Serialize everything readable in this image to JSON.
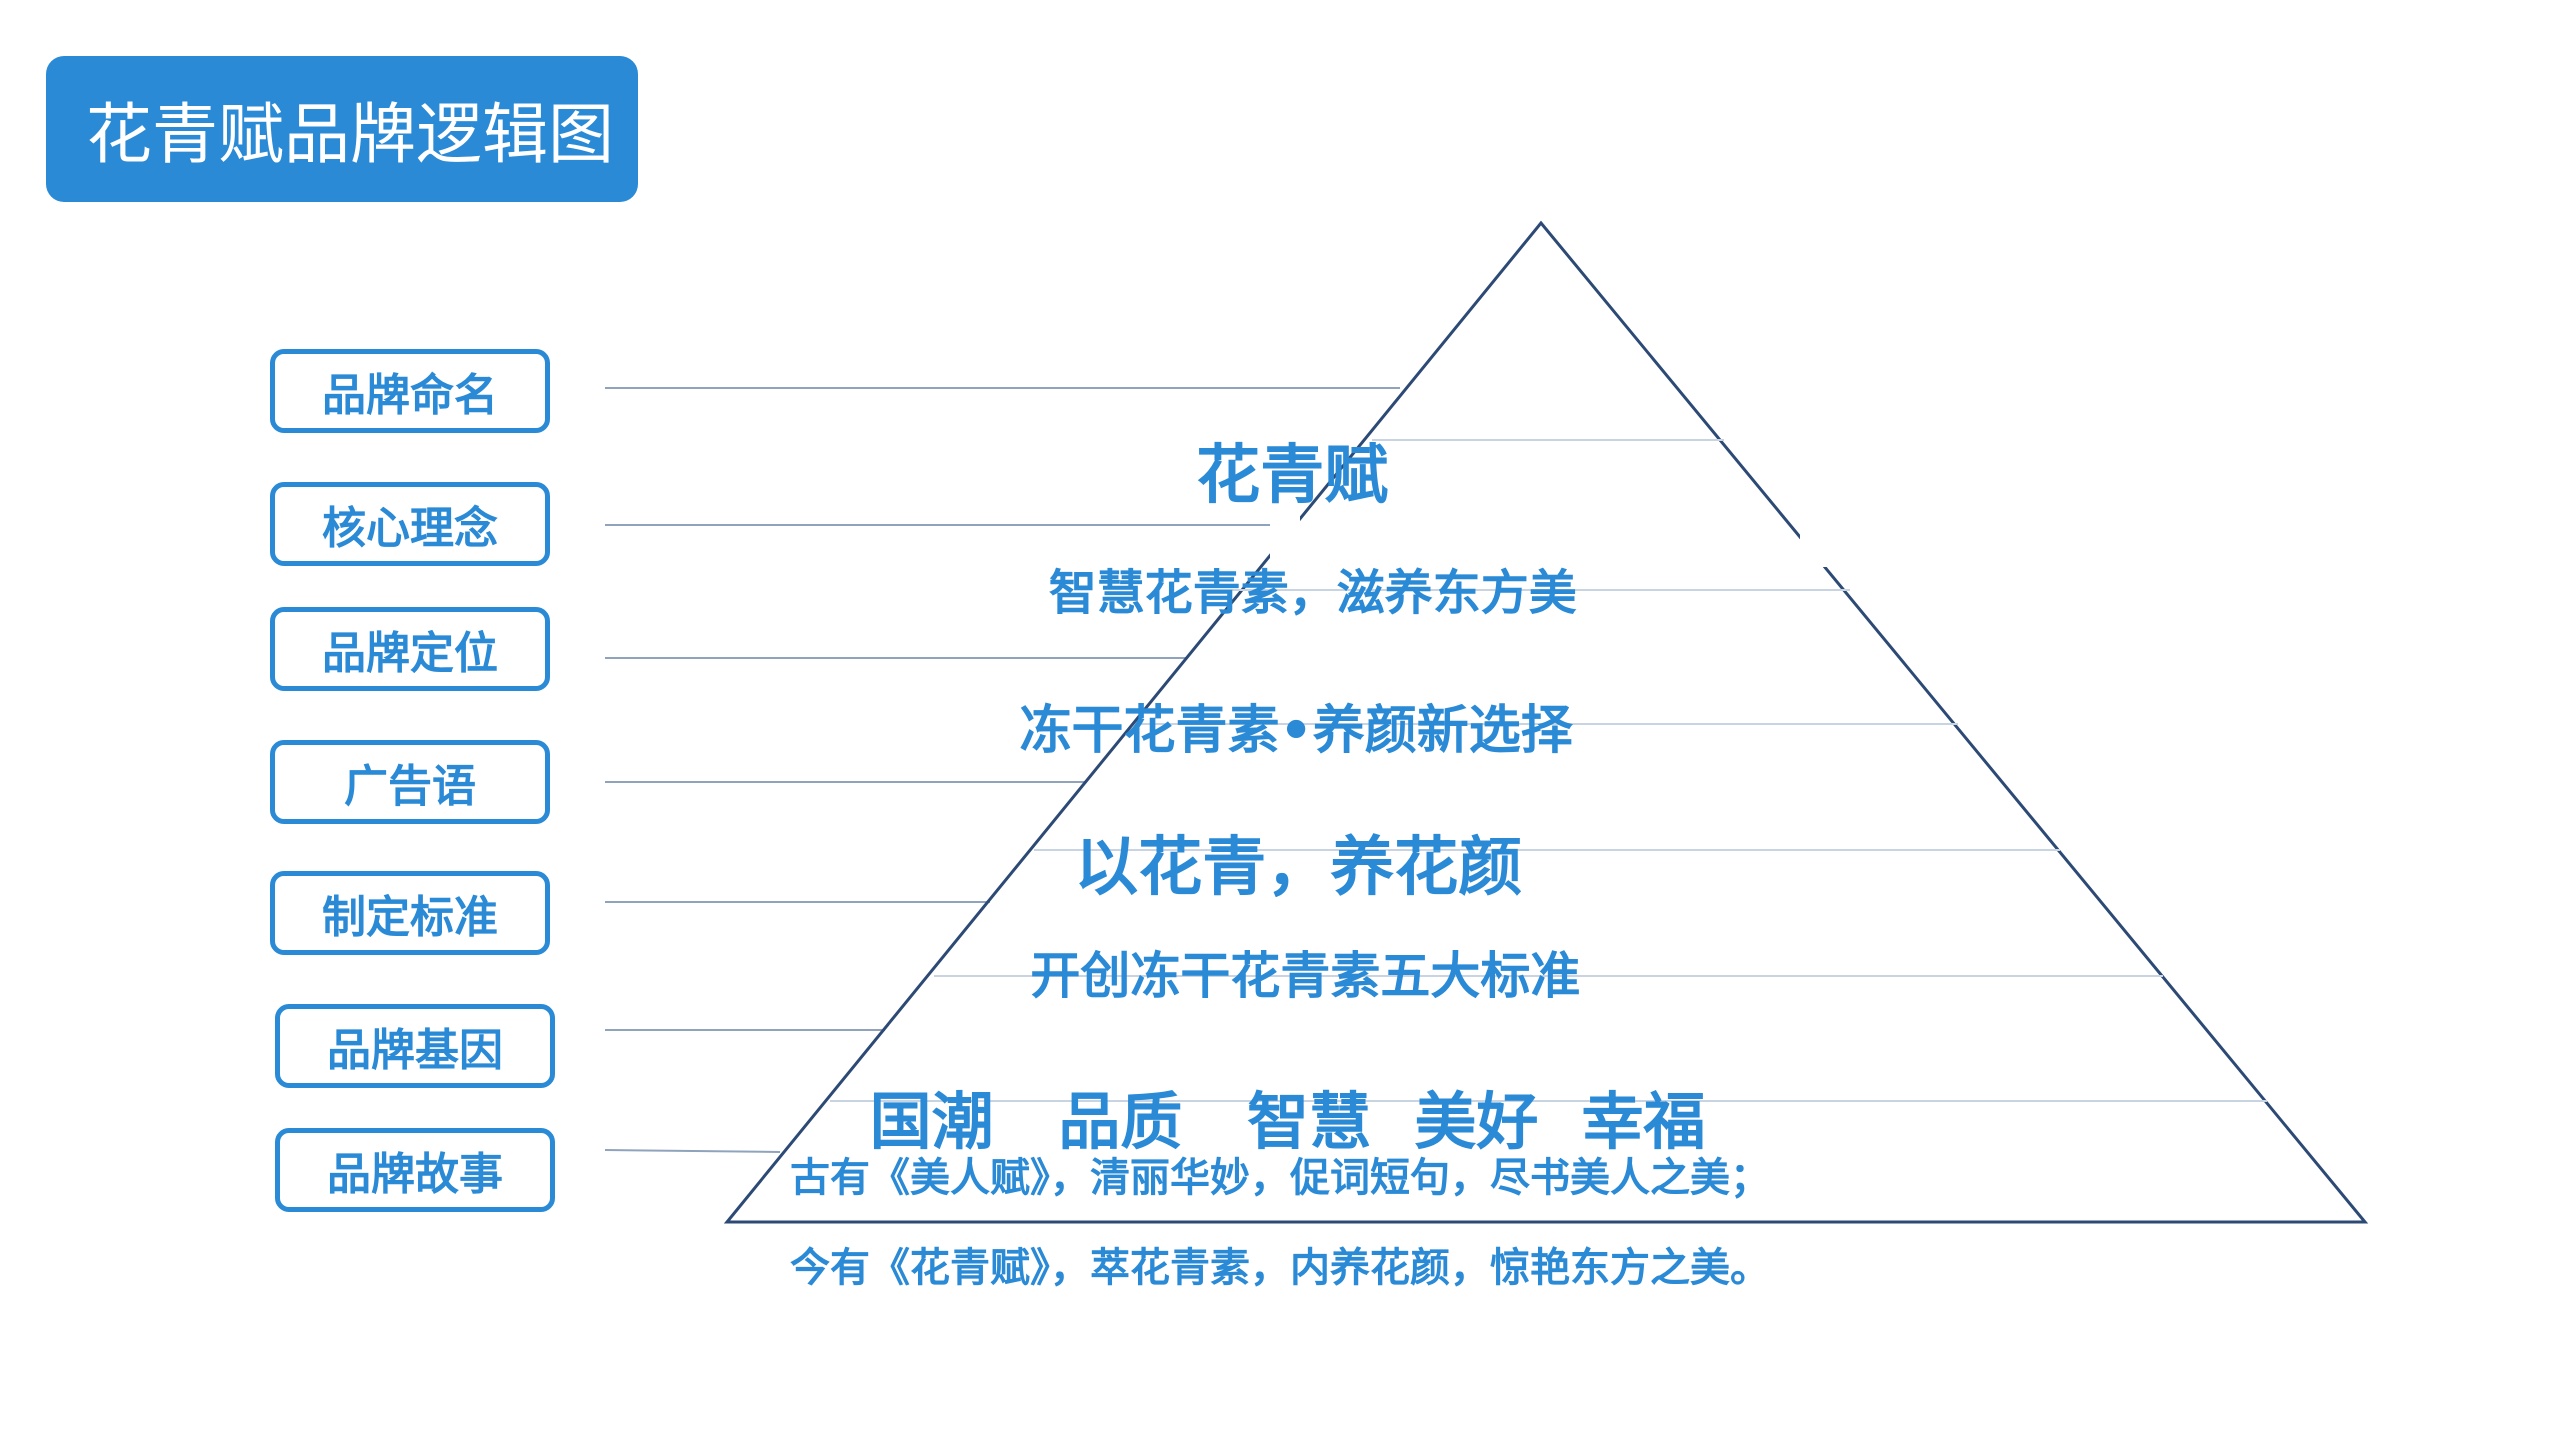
{
  "title": "花青赋品牌逻辑图",
  "colors": {
    "accent": "#2a8ad6",
    "pyramid_stroke": "#2c4a75",
    "connector": "#8fa3bd",
    "divider": "#c9d4e2"
  },
  "labels": [
    "品牌命名",
    "核心理念",
    "品牌定位",
    "广告语",
    "制定标准",
    "品牌基因",
    "品牌故事"
  ],
  "layers": [
    "花青赋",
    "智慧花青素，滋养东方美",
    "冻干花青素•养颜新选择",
    "以花青，养花颜",
    "开创冻干花青素五大标准",
    "国潮   品质   智慧  美好  幸福"
  ],
  "story": [
    "古有《美人赋》，清丽华妙，促词短句，尽书美人之美；",
    "今有《花青赋》，萃花青素，内养花颜，惊艳东方之美。"
  ]
}
